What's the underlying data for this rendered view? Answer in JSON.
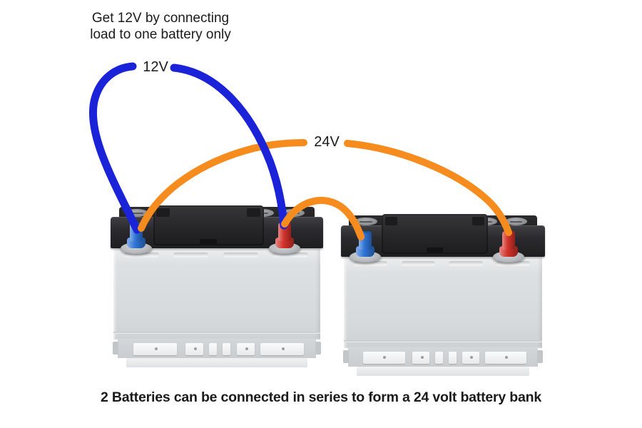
{
  "note": {
    "line1": "Get 12V by connecting",
    "line2": "load to one battery only"
  },
  "wire_labels": {
    "single_battery": "12V",
    "battery_bank": "24V"
  },
  "caption": "2 Batteries can be connected in series to form a 24 volt battery bank",
  "colors": {
    "background": "#ffffff",
    "text": "#1b1b1b",
    "wire_12v": "#1b23d9",
    "wire_24v": "#f68b1e",
    "terminal_negative": "#2e74d6",
    "terminal_positive": "#d2322a"
  },
  "diagram": {
    "type": "battery-series-wiring-diagram",
    "batteries": [
      {
        "id": "battery-1",
        "terminals": [
          "negative-blue",
          "positive-red"
        ]
      },
      {
        "id": "battery-2",
        "terminals": [
          "negative-blue",
          "positive-red"
        ]
      }
    ],
    "wires": [
      {
        "label": "12V",
        "color": "blue",
        "from": "battery-1 negative (blue) terminal",
        "to": "battery-1 positive (red) terminal"
      },
      {
        "label": "24V",
        "color": "orange",
        "from": "battery-1 negative (blue) terminal",
        "to": "battery-2 positive (red) terminal"
      },
      {
        "label": "",
        "color": "orange",
        "from": "battery-1 positive (red) terminal",
        "to": "battery-2 negative (blue) terminal"
      }
    ]
  }
}
